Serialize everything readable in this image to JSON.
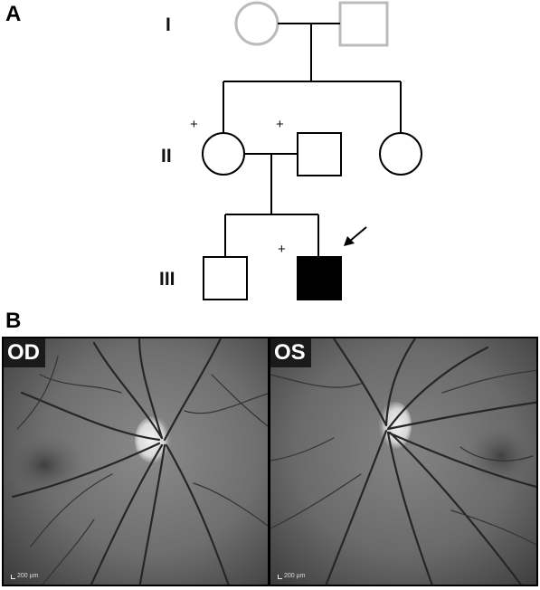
{
  "panel_a": {
    "letter": "A",
    "generations": [
      "I",
      "II",
      "III"
    ],
    "carrier_marks": [
      "+",
      "+",
      "+"
    ]
  },
  "panel_b": {
    "letter": "B",
    "left_eye_label": "OD",
    "right_eye_label": "OS",
    "scale_left": "200 µm",
    "scale_right": "200 µm"
  },
  "colors": {
    "unaffected_line": "#000000",
    "deceased_unknown_gray": "#bbbbbb",
    "affected_fill": "#000000"
  }
}
